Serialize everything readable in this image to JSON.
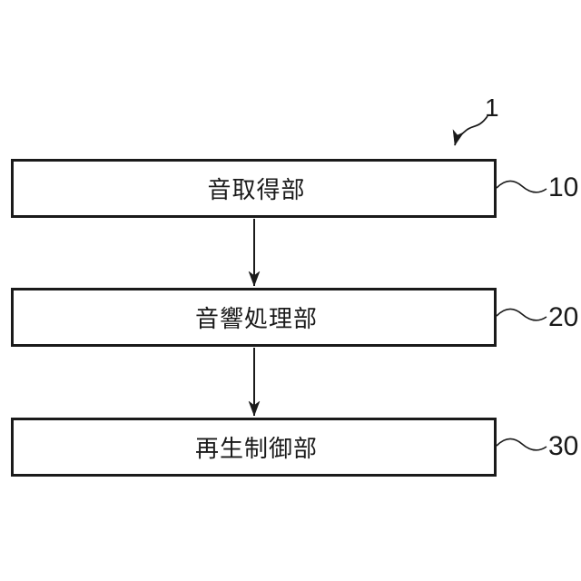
{
  "figure": {
    "number_label": "1",
    "blocks": [
      {
        "label": "音取得部",
        "ref": "10"
      },
      {
        "label": "音響処理部",
        "ref": "20"
      },
      {
        "label": "再生制御部",
        "ref": "30"
      }
    ]
  }
}
